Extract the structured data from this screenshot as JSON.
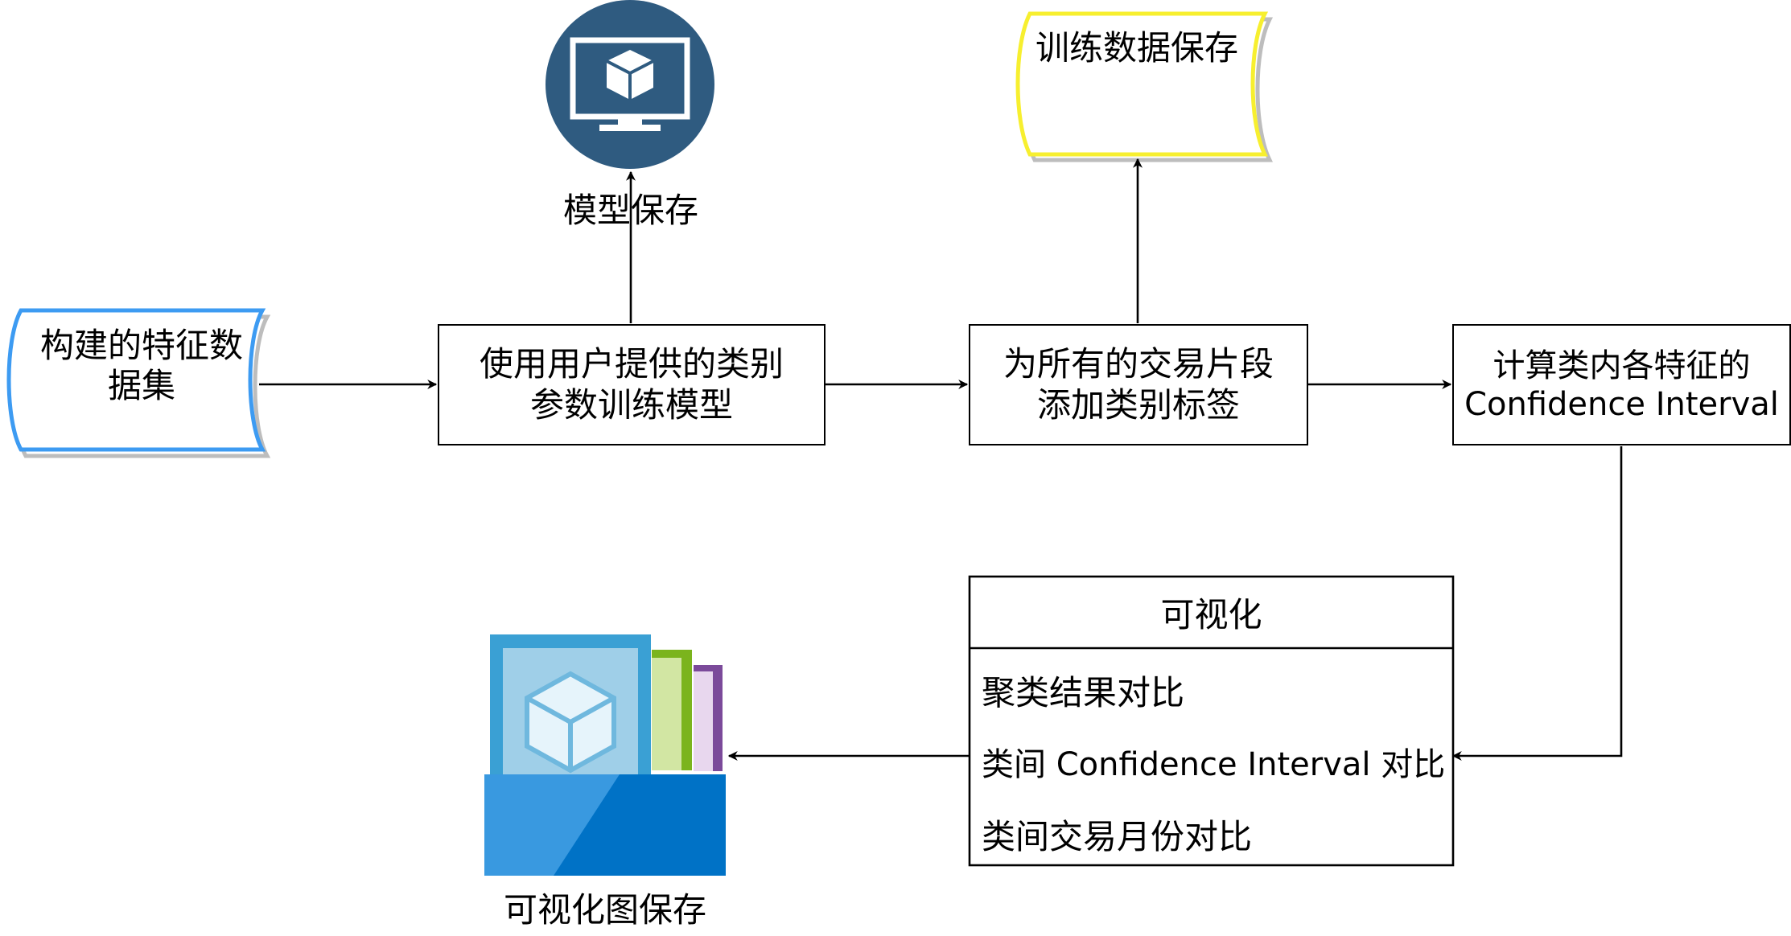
{
  "nodes": {
    "feature_dataset": "构建的特征数\n据集",
    "train_model": "使用用户提供的类别\n参数训练模型",
    "model_save": "模型保存",
    "label_segments": "为所有的交易片段\n添加类别标签",
    "training_data_save": "训练数据保存",
    "confidence_interval": "计算类内各特征的\nConfidence Interval",
    "visualization": {
      "title": "可视化",
      "items": [
        "聚类结果对比",
        "类间 Confidence Interval 对比",
        "类间交易月份对比"
      ]
    },
    "visualization_save": "可视化图保存"
  },
  "colors": {
    "dataset_stroke": "#3d9bf2",
    "storage_stroke": "#f7ef2f",
    "shadow": "#bdbdbd",
    "monitor_bg": "#2f5b80",
    "folder_dark": "#0072c6",
    "folder_light": "#3999e0",
    "folder_frame": "#3aa0d4",
    "folder_inner": "#9fcfe8",
    "green": "#7bb41d",
    "purple": "#7b4a9a"
  },
  "icons": {
    "model_save_icon": "monitor-cube-icon",
    "visualization_save_icon": "folder-cube-icon"
  }
}
